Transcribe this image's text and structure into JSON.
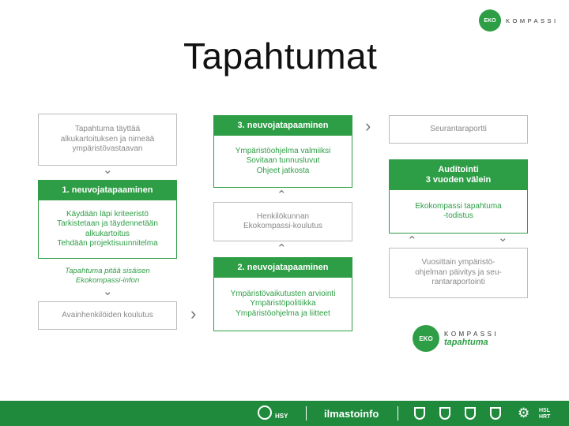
{
  "title": "Tapahtumat",
  "logo_top": {
    "circle_text": "EKO",
    "word": "KOMPASSI"
  },
  "logo_bottom": {
    "circle_text": "EKO",
    "word": "KOMPASSI",
    "sub": "tapahtuma"
  },
  "col1": {
    "box1": [
      "Tapahtuma täyttää",
      "alkukartoituksen ja nimeää",
      "ympäristövastaavan"
    ],
    "green1": {
      "header": "1. neuvojatapaaminen",
      "lines": [
        "Käydään läpi kriteeristö",
        "Tarkistetaan ja täydennetään",
        "alkukartoitus",
        "Tehdään projektisuunnitelma"
      ]
    },
    "note": [
      "Tapahtuma pitää sisäisen",
      "Ekokompassi-infon"
    ],
    "box2": [
      "Avainhenkilöiden koulutus"
    ]
  },
  "col2": {
    "green3": {
      "header": "3. neuvojatapaaminen",
      "lines": [
        "Ympäristöohjelma valmiiksi",
        "Sovitaan tunnusluvut",
        "Ohjeet jatkosta"
      ]
    },
    "box_training": [
      "Henkilökunnan",
      "Ekokompassi-koulutus"
    ],
    "green2": {
      "header": "2. neuvojatapaaminen",
      "lines": [
        "Ympäristövaikutusten arviointi",
        "Ympäristöpolitiikka",
        "Ympäristöohjelma ja liitteet"
      ]
    }
  },
  "col3": {
    "box_report": [
      "Seurantaraportti"
    ],
    "audit": {
      "header": [
        "Auditointi",
        "3 vuoden välein"
      ],
      "lines": [
        "Ekokompassi tapahtuma",
        "-todistus"
      ]
    },
    "box_yearly": [
      "Vuosittain ympäristö-",
      "ohjelman päivitys ja seu-",
      "rantaraportointi"
    ]
  },
  "arrows": {
    "right": "›",
    "down": "⌄",
    "up": "⌃"
  },
  "footer": {
    "items": [
      "HSY",
      "ilmastoinfo",
      "HSL HRT"
    ]
  },
  "colors": {
    "green": "#2e9e46",
    "footer_green": "#1f8a3c"
  }
}
